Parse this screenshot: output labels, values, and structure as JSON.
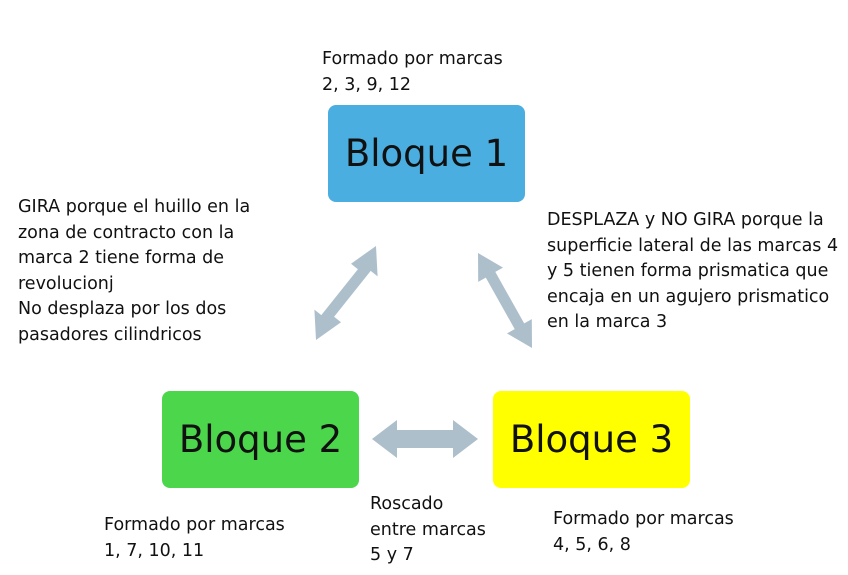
{
  "colors": {
    "block1": "#4aaee0",
    "block2": "#4cd64c",
    "block3": "#ffff00",
    "arrow": "#aebfcc"
  },
  "blocks": {
    "b1": {
      "label": "Bloque 1"
    },
    "b2": {
      "label": "Bloque 2"
    },
    "b3": {
      "label": "Bloque 3"
    }
  },
  "notes": {
    "block1_marks": "Formado por marcas\n2, 3, 9, 12",
    "joint_1_2": "GIRA porque el huillo en la zona de contracto con la marca 2 tiene forma de revolucionj\nNo desplaza por los dos pasadores cilindricos",
    "joint_1_3": "DESPLAZA y NO GIRA porque la superficie lateral de las marcas 4 y 5 tienen forma prismatica que encaja en un agujero prismatico en la marca 3",
    "block2_marks": "Formado por marcas\n1, 7, 10, 11",
    "joint_2_3": "Roscado\nentre marcas\n5 y 7",
    "block3_marks": "Formado por marcas\n4, 5, 6, 8"
  }
}
